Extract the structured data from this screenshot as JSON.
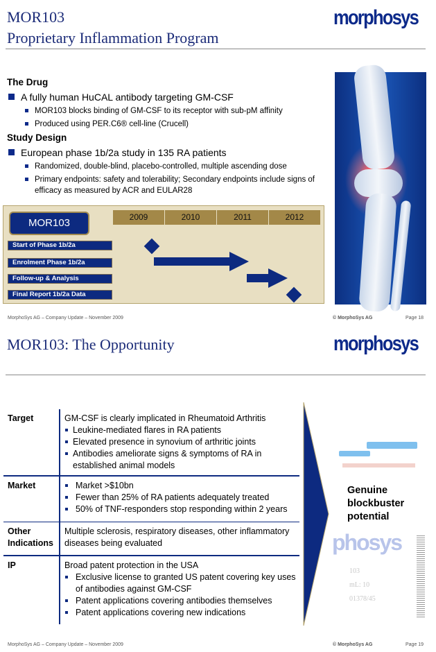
{
  "slide1": {
    "title_line1": "MOR103",
    "title_line2": "Proprietary Inflammation Program",
    "logo": "morphosys",
    "sections": [
      {
        "heading": "The Drug",
        "bullet": "A fully human HuCAL antibody targeting GM-CSF",
        "subbullets": [
          "MOR103 blocks binding of GM-CSF to its receptor with sub-pM affinity",
          "Produced using PER.C6® cell-line (Crucell)"
        ]
      },
      {
        "heading": "Study Design",
        "bullet": "European phase 1b/2a study in 135 RA patients",
        "subbullets": [
          "Randomized, double-blind, placebo-controlled, multiple ascending dose",
          "Primary endpoints: safety and tolerability; Secondary endpoints include signs of efficacy as measured by ACR and EULAR28"
        ]
      }
    ],
    "timeline": {
      "label": "MOR103",
      "years": [
        "2009",
        "2010",
        "2011",
        "2012"
      ],
      "rows": [
        "Start of Phase 1b/2a",
        "Enrolment Phase 1b/2a",
        "Follow-up & Analysis",
        "Final Report 1b/2a Data"
      ]
    },
    "footer": {
      "left": "MorphoSys AG  –  Company Update  –  November 2009",
      "center": "© MorphoSys AG",
      "page": "Page 18"
    }
  },
  "slide2": {
    "title": "MOR103: The Opportunity",
    "logo": "morphosys",
    "table": [
      {
        "label": "Target",
        "lead": "GM-CSF is clearly implicated in Rheumatoid Arthritis",
        "bullets": [
          "Leukine-mediated flares in RA patients",
          "Elevated presence in synovium of arthritic joints",
          "Antibodies ameliorate signs & symptoms of RA in established animal models"
        ]
      },
      {
        "label": "Market",
        "lead": "",
        "bullets": [
          "Market >$10bn",
          "Fewer than 25% of RA patients adequately treated",
          "50% of TNF-responders stop responding within 2 years"
        ]
      },
      {
        "label": "Other Indications",
        "lead": "Multiple sclerosis, respiratory diseases, other inflammatory diseases being evaluated",
        "bullets": []
      },
      {
        "label": "IP",
        "lead": "Broad patent protection in the USA",
        "bullets": [
          "Exclusive license to granted US patent covering key uses of antibodies against GM-CSF",
          "Patent applications covering antibodies themselves",
          "Patent applications covering new indications"
        ]
      }
    ],
    "callout": "Genuine blockbuster potential",
    "vial_text": [
      "phosys",
      "103",
      "mL: 10",
      "01378/45"
    ],
    "footer": {
      "left": "MorphoSys AG  –  Company Update  –  November 2009",
      "center": "© MorphoSys AG",
      "page": "Page 19"
    }
  },
  "colors": {
    "brand": "#0d2a80",
    "title": "#1b2b78",
    "timeline_bg": "#e8dfc2",
    "year_bar": "#a38848"
  }
}
